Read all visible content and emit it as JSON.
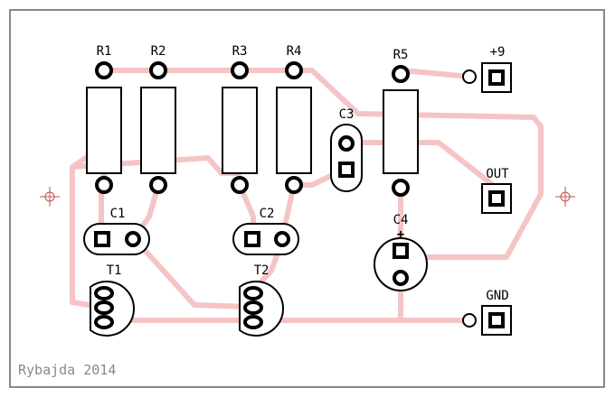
{
  "board": {
    "signature": "Rybajda 2014",
    "labels": {
      "r1": "R1",
      "r2": "R2",
      "r3": "R3",
      "r4": "R4",
      "r5": "R5",
      "c1": "C1",
      "c2": "C2",
      "c3": "C3",
      "c4": "C4",
      "t1": "T1",
      "t2": "T2",
      "plus9": "+9",
      "out": "OUT",
      "gnd": "GND",
      "c4_polarity": "+"
    },
    "colors": {
      "trace": "#f5c4c4",
      "ink": "#000000",
      "frame": "#888888",
      "crosshair": "#c0504d"
    }
  }
}
